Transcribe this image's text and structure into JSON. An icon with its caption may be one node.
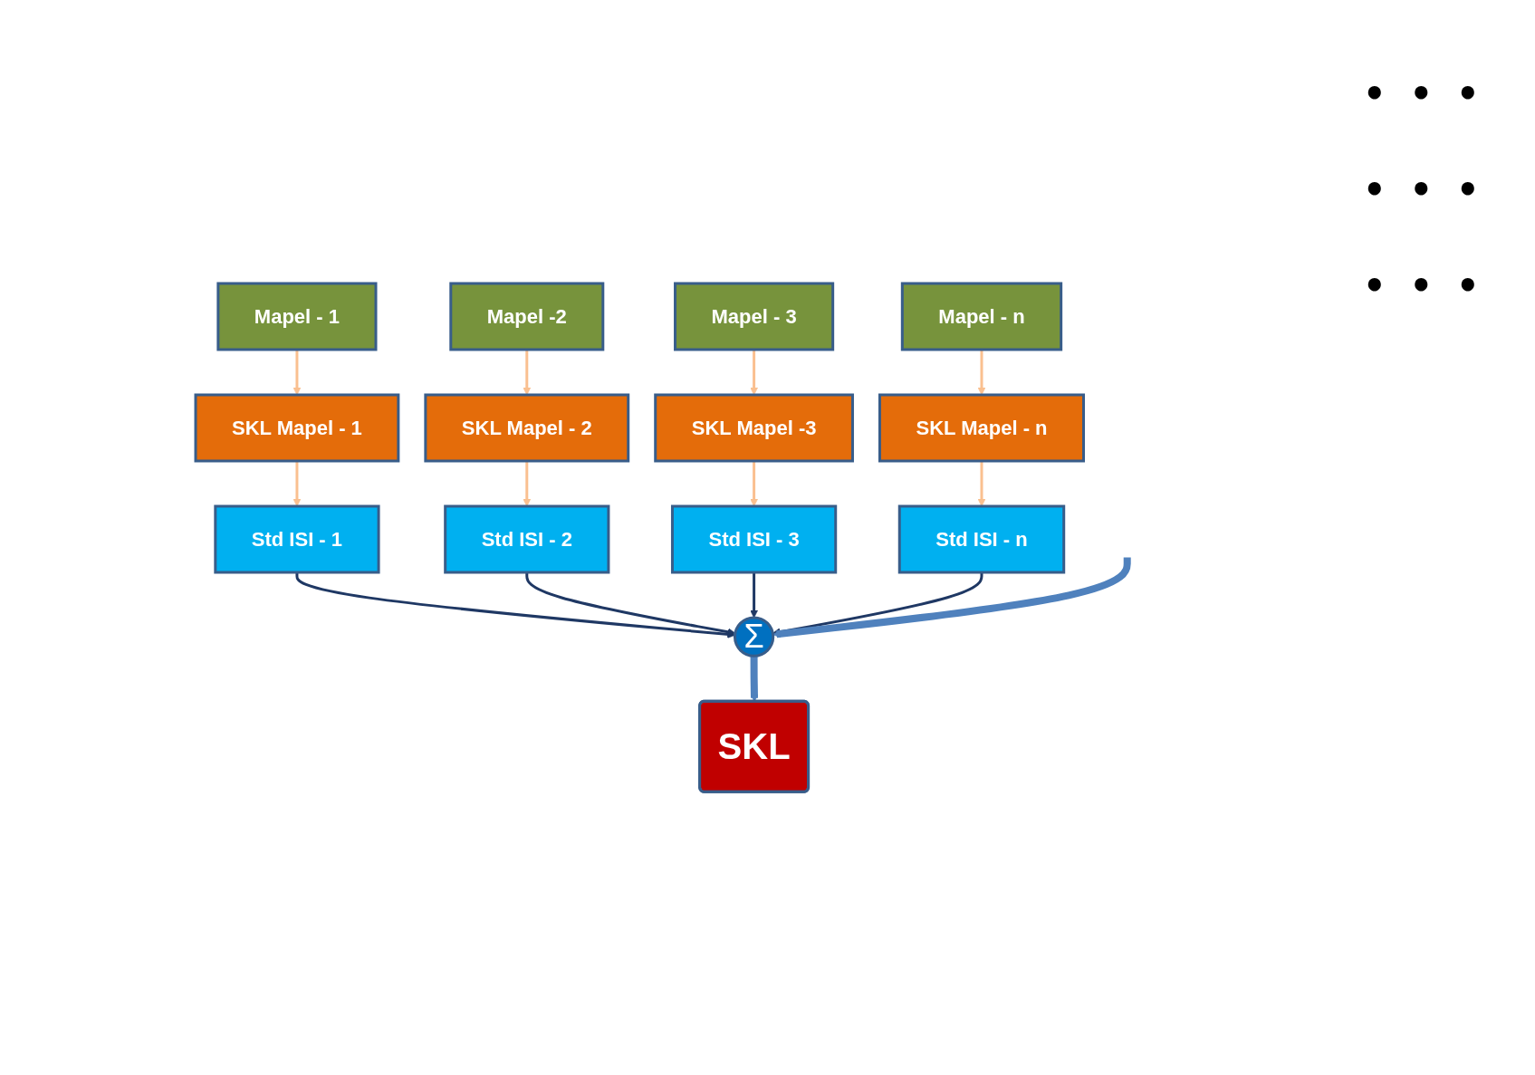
{
  "diagram": {
    "nodes": [
      {
        "text": [
          "Mapel - 1"
        ]
      },
      {
        "text": [
          "Mapel -2"
        ]
      },
      {
        "text": [
          "Mapel - 3"
        ]
      },
      {
        "text": [
          "Mapel - n"
        ]
      },
      {
        "text": [
          "SKL Mapel - 1"
        ]
      },
      {
        "text": [
          "SKL Mapel - 2"
        ]
      },
      {
        "text": [
          "SKL Mapel -3"
        ]
      },
      {
        "text": [
          "SKL Mapel - n"
        ]
      },
      {
        "text": [
          "Std ISI - 1"
        ]
      },
      {
        "text": [
          "Std ISI - 2"
        ]
      },
      {
        "text": [
          "Std ISI - 3"
        ]
      },
      {
        "text": [
          "Std ISI - n"
        ]
      },
      {
        "text": [
          "Σ"
        ]
      },
      {
        "text": [
          "SKL"
        ]
      }
    ],
    "edges": [
      {
        "from": 0,
        "to": 4,
        "arrow": "to"
      },
      {
        "from": 1,
        "to": 5,
        "arrow": "to"
      },
      {
        "from": 2,
        "to": 6,
        "arrow": "to"
      },
      {
        "from": 3,
        "to": 7,
        "arrow": "to"
      },
      {
        "from": 4,
        "to": 8,
        "arrow": "to"
      },
      {
        "from": 5,
        "to": 9,
        "arrow": "to"
      },
      {
        "from": 6,
        "to": 10,
        "arrow": "to"
      },
      {
        "from": 7,
        "to": 11,
        "arrow": "to"
      },
      {
        "from": 8,
        "to": 12,
        "arrow": "to",
        "color": "#1f3864"
      },
      {
        "from": 9,
        "to": 12,
        "arrow": "to",
        "color": "#1f3864"
      },
      {
        "from": 10,
        "to": 12,
        "arrow": "to",
        "color": "#1f3864"
      },
      {
        "from": 11,
        "to": 12,
        "arrow": "to",
        "color": "#1f3864"
      },
      {
        "from": null,
        "to": 12,
        "arrow": "to",
        "style": "thick",
        "color": "#4f81bd"
      },
      {
        "from": 12,
        "to": 13,
        "arrow": "to",
        "style": "thick",
        "color": "#4f81bd"
      }
    ],
    "labels": [
      "• • •",
      "• • •",
      "• • •"
    ]
  }
}
